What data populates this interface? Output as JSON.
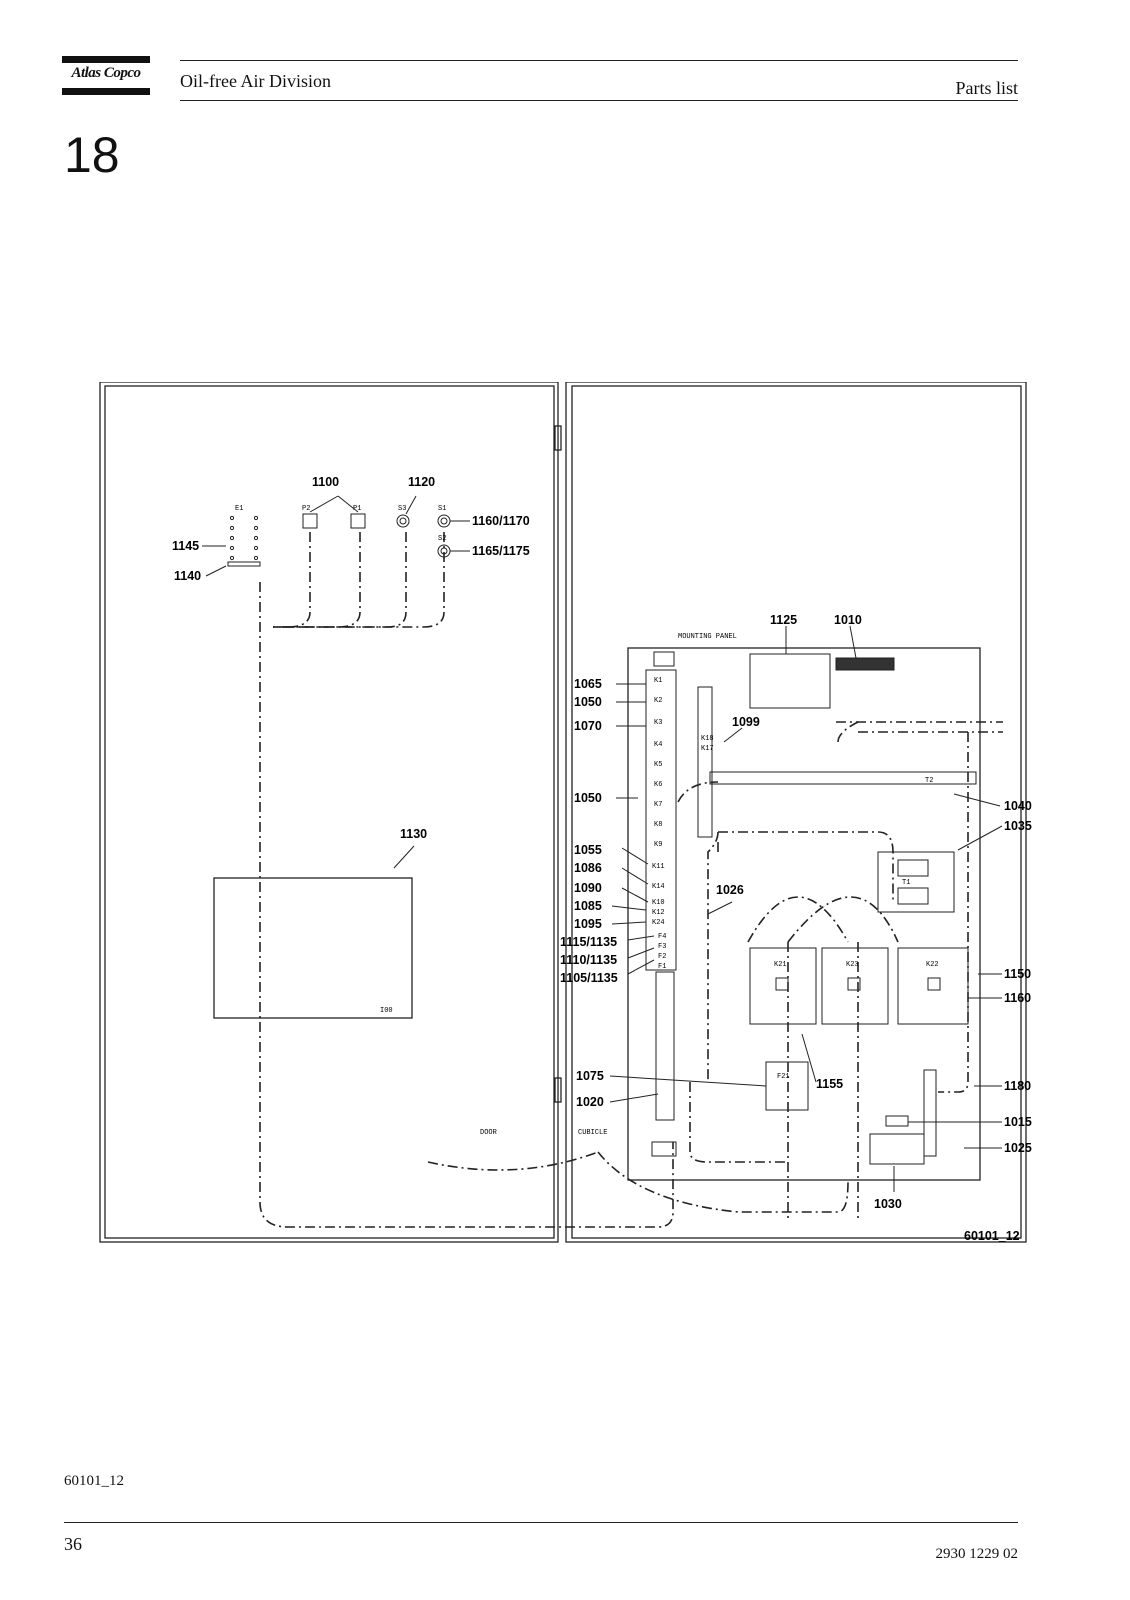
{
  "header": {
    "logo_text": "Atlas Copco",
    "division": "Oil-free Air Division",
    "doc_type": "Parts list",
    "chapter": "18"
  },
  "figure": {
    "id_label": "60101_12",
    "door_labels": [
      "E1",
      "P2",
      "P1",
      "S3",
      "S1",
      "S2",
      "I00"
    ],
    "panel_labels": [
      "MOUNTING PANEL",
      "DOOR",
      "CUBICLE",
      "T1",
      "T2",
      "K21",
      "K23",
      "K22",
      "F21",
      "K18",
      "K17"
    ],
    "relay_labels": [
      "K1",
      "K2",
      "K3",
      "K4",
      "K5",
      "K6",
      "K7",
      "K8",
      "K9",
      "K11",
      "K14",
      "K10",
      "K12",
      "K24",
      "F4",
      "F3",
      "F2",
      "F1"
    ],
    "callouts": {
      "c1100": "1100",
      "c1120": "1120",
      "c1160_1170": "1160/1170",
      "c1165_1175": "1165/1175",
      "c1145": "1145",
      "c1140": "1140",
      "c1130": "1130",
      "c1125": "1125",
      "c1010": "1010",
      "c1099": "1099",
      "c1065": "1065",
      "c1050a": "1050",
      "c1070": "1070",
      "c1050b": "1050",
      "c1055": "1055",
      "c1086": "1086",
      "c1090": "1090",
      "c1085": "1085",
      "c1095": "1095",
      "c1115": "1115/1135",
      "c1110": "1110/1135",
      "c1105": "1105/1135",
      "c1026": "1026",
      "c1040": "1040",
      "c1035": "1035",
      "c1150": "1150",
      "c1160": "1160",
      "c1075": "1075",
      "c1155": "1155",
      "c1020": "1020",
      "c1180": "1180",
      "c1015": "1015",
      "c1025": "1025",
      "c1030": "1030"
    }
  },
  "footer": {
    "figure_caption": "60101_12",
    "page_number": "36",
    "document_number": "2930 1229 02"
  }
}
